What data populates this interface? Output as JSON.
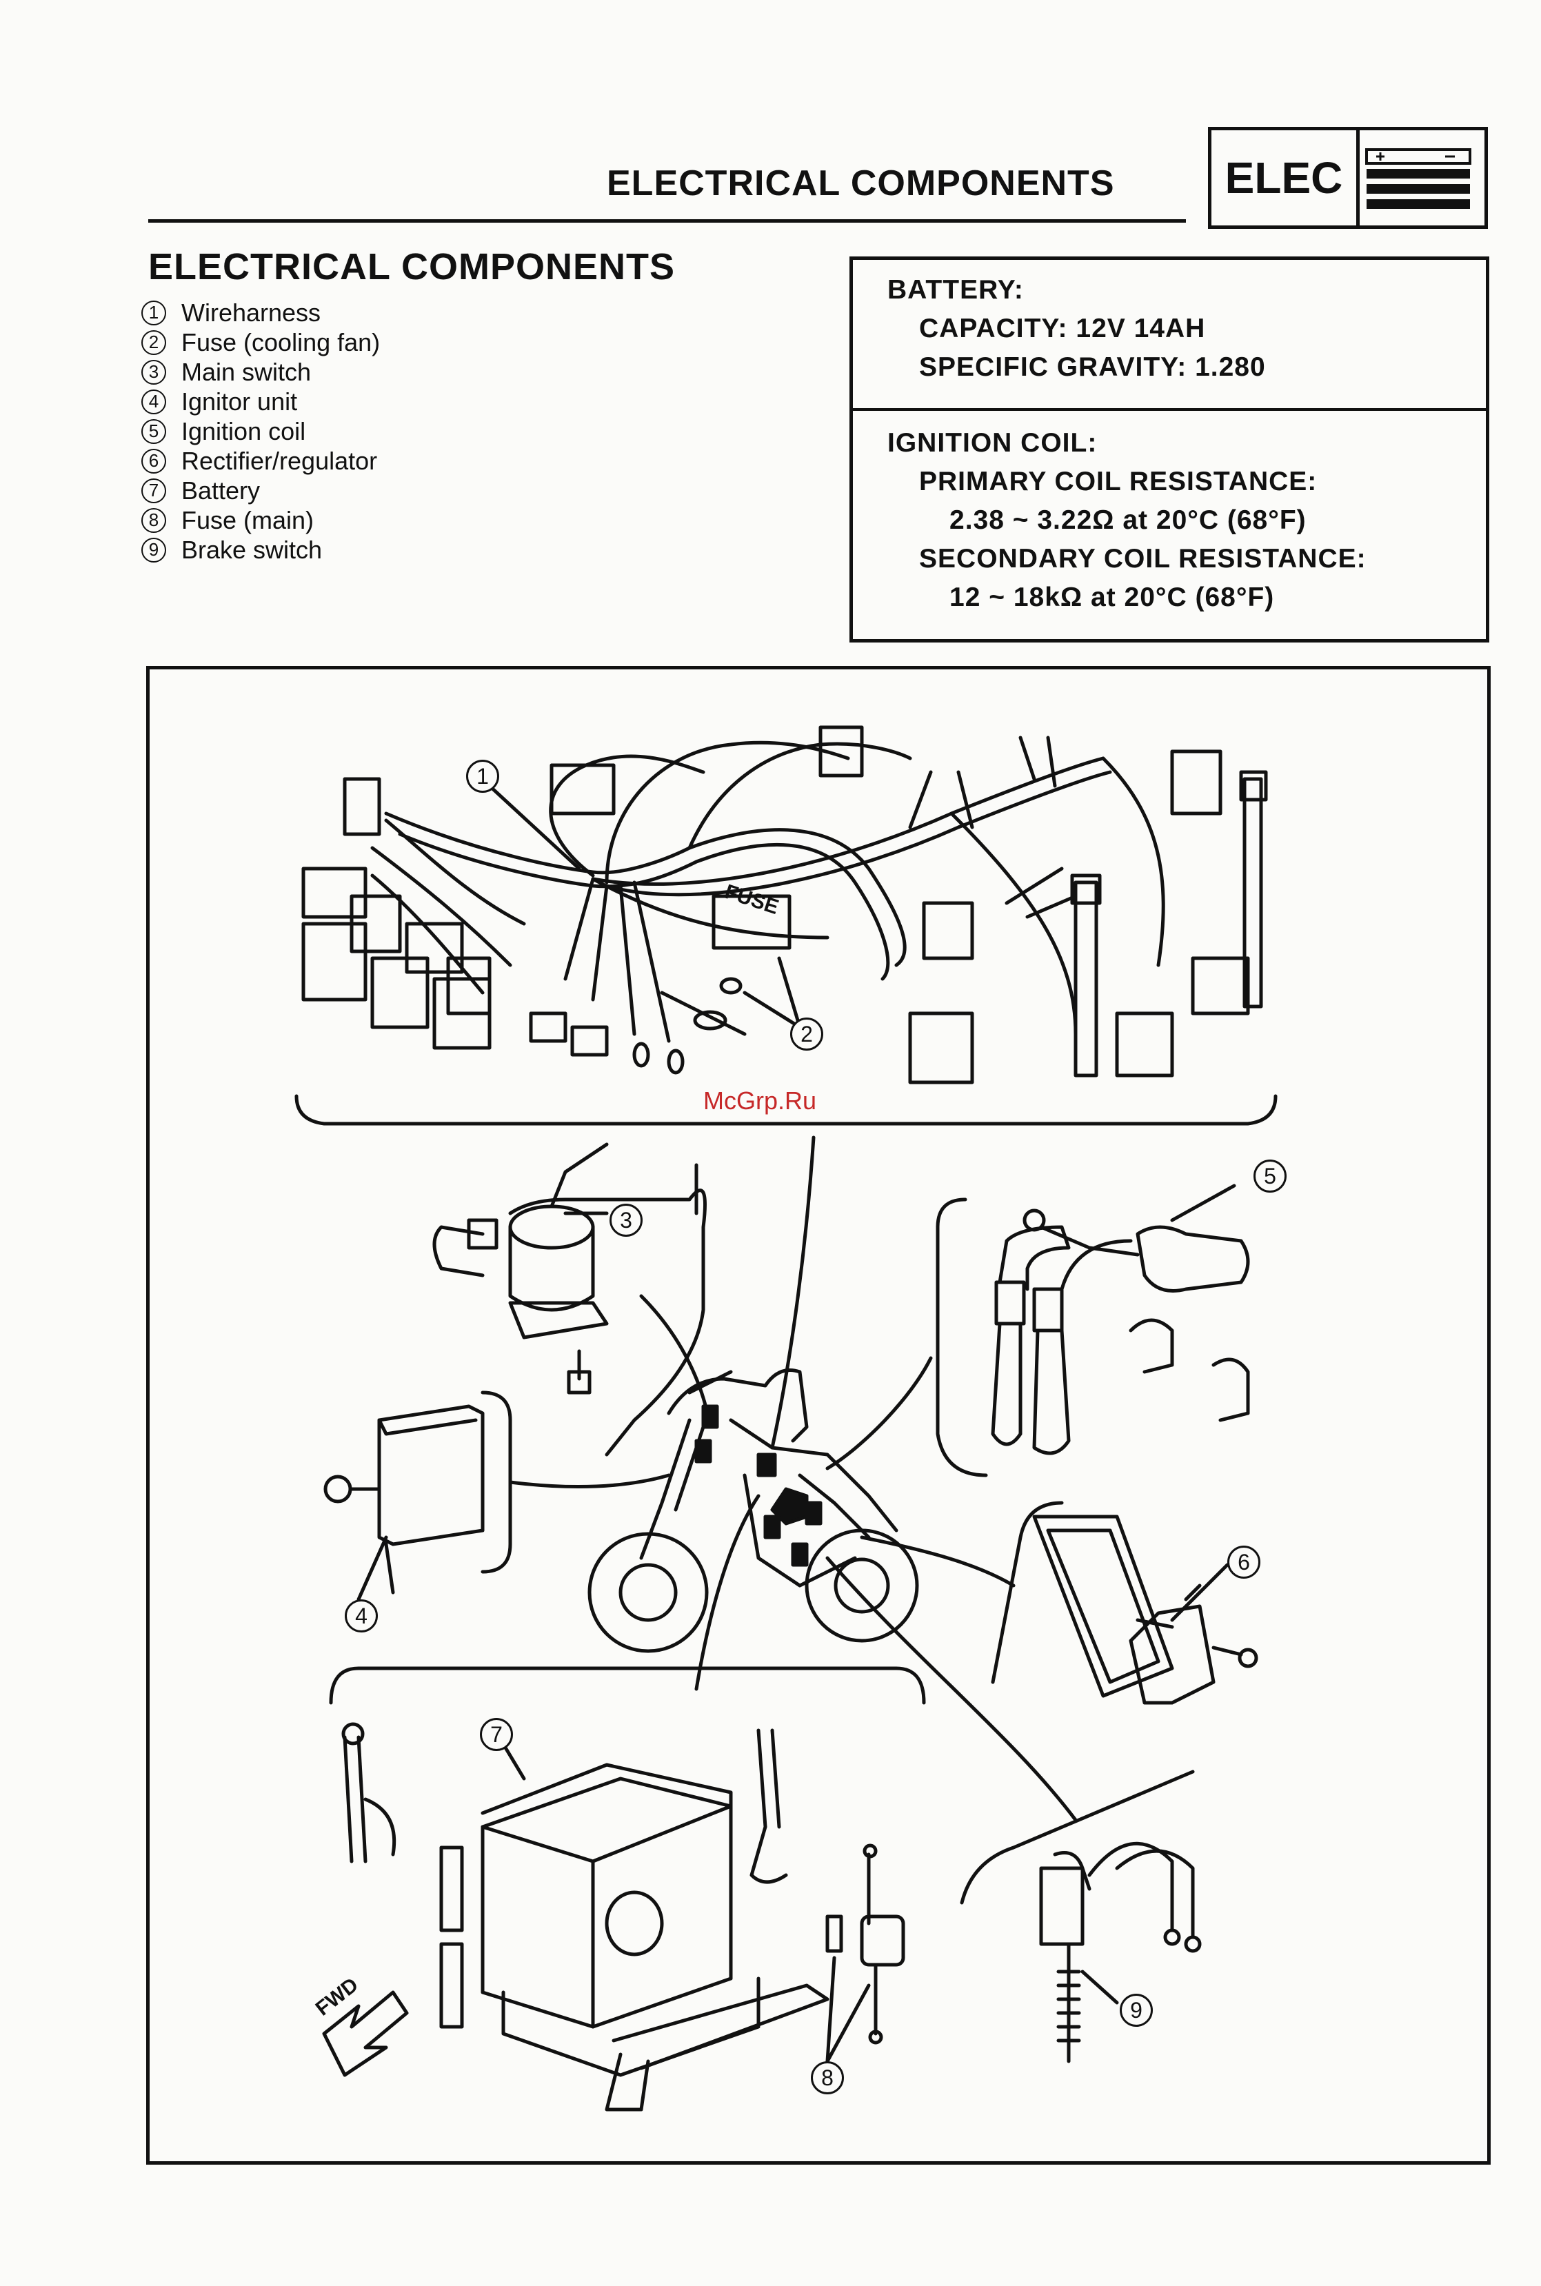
{
  "header": {
    "title": "ELECTRICAL COMPONENTS",
    "section_code": "ELEC",
    "battery_icon": "battery-icon"
  },
  "section": {
    "title": "ELECTRICAL COMPONENTS",
    "legend": [
      {
        "num": "1",
        "label": "Wireharness"
      },
      {
        "num": "2",
        "label": "Fuse (cooling fan)"
      },
      {
        "num": "3",
        "label": "Main switch"
      },
      {
        "num": "4",
        "label": "Ignitor unit"
      },
      {
        "num": "5",
        "label": "Ignition coil"
      },
      {
        "num": "6",
        "label": "Rectifier/regulator"
      },
      {
        "num": "7",
        "label": "Battery"
      },
      {
        "num": "8",
        "label": "Fuse (main)"
      },
      {
        "num": "9",
        "label": "Brake switch"
      }
    ]
  },
  "specs": {
    "battery_title": "BATTERY:",
    "capacity": "CAPACITY: 12V 14AH",
    "specific_gravity": "SPECIFIC GRAVITY: 1.280",
    "ignition_title": "IGNITION COIL:",
    "primary_title": "PRIMARY COIL RESISTANCE:",
    "primary_value": "2.38 ~ 3.22Ω at 20°C (68°F)",
    "secondary_title": "SECONDARY COIL RESISTANCE:",
    "secondary_value": "12 ~ 18kΩ at 20°C (68°F)"
  },
  "diagram": {
    "watermark": "McGrp.Ru",
    "fwd_label": "FWD",
    "fuse_label": "FUSE",
    "callouts": [
      "1",
      "2",
      "3",
      "4",
      "5",
      "6",
      "7",
      "8",
      "9"
    ]
  }
}
